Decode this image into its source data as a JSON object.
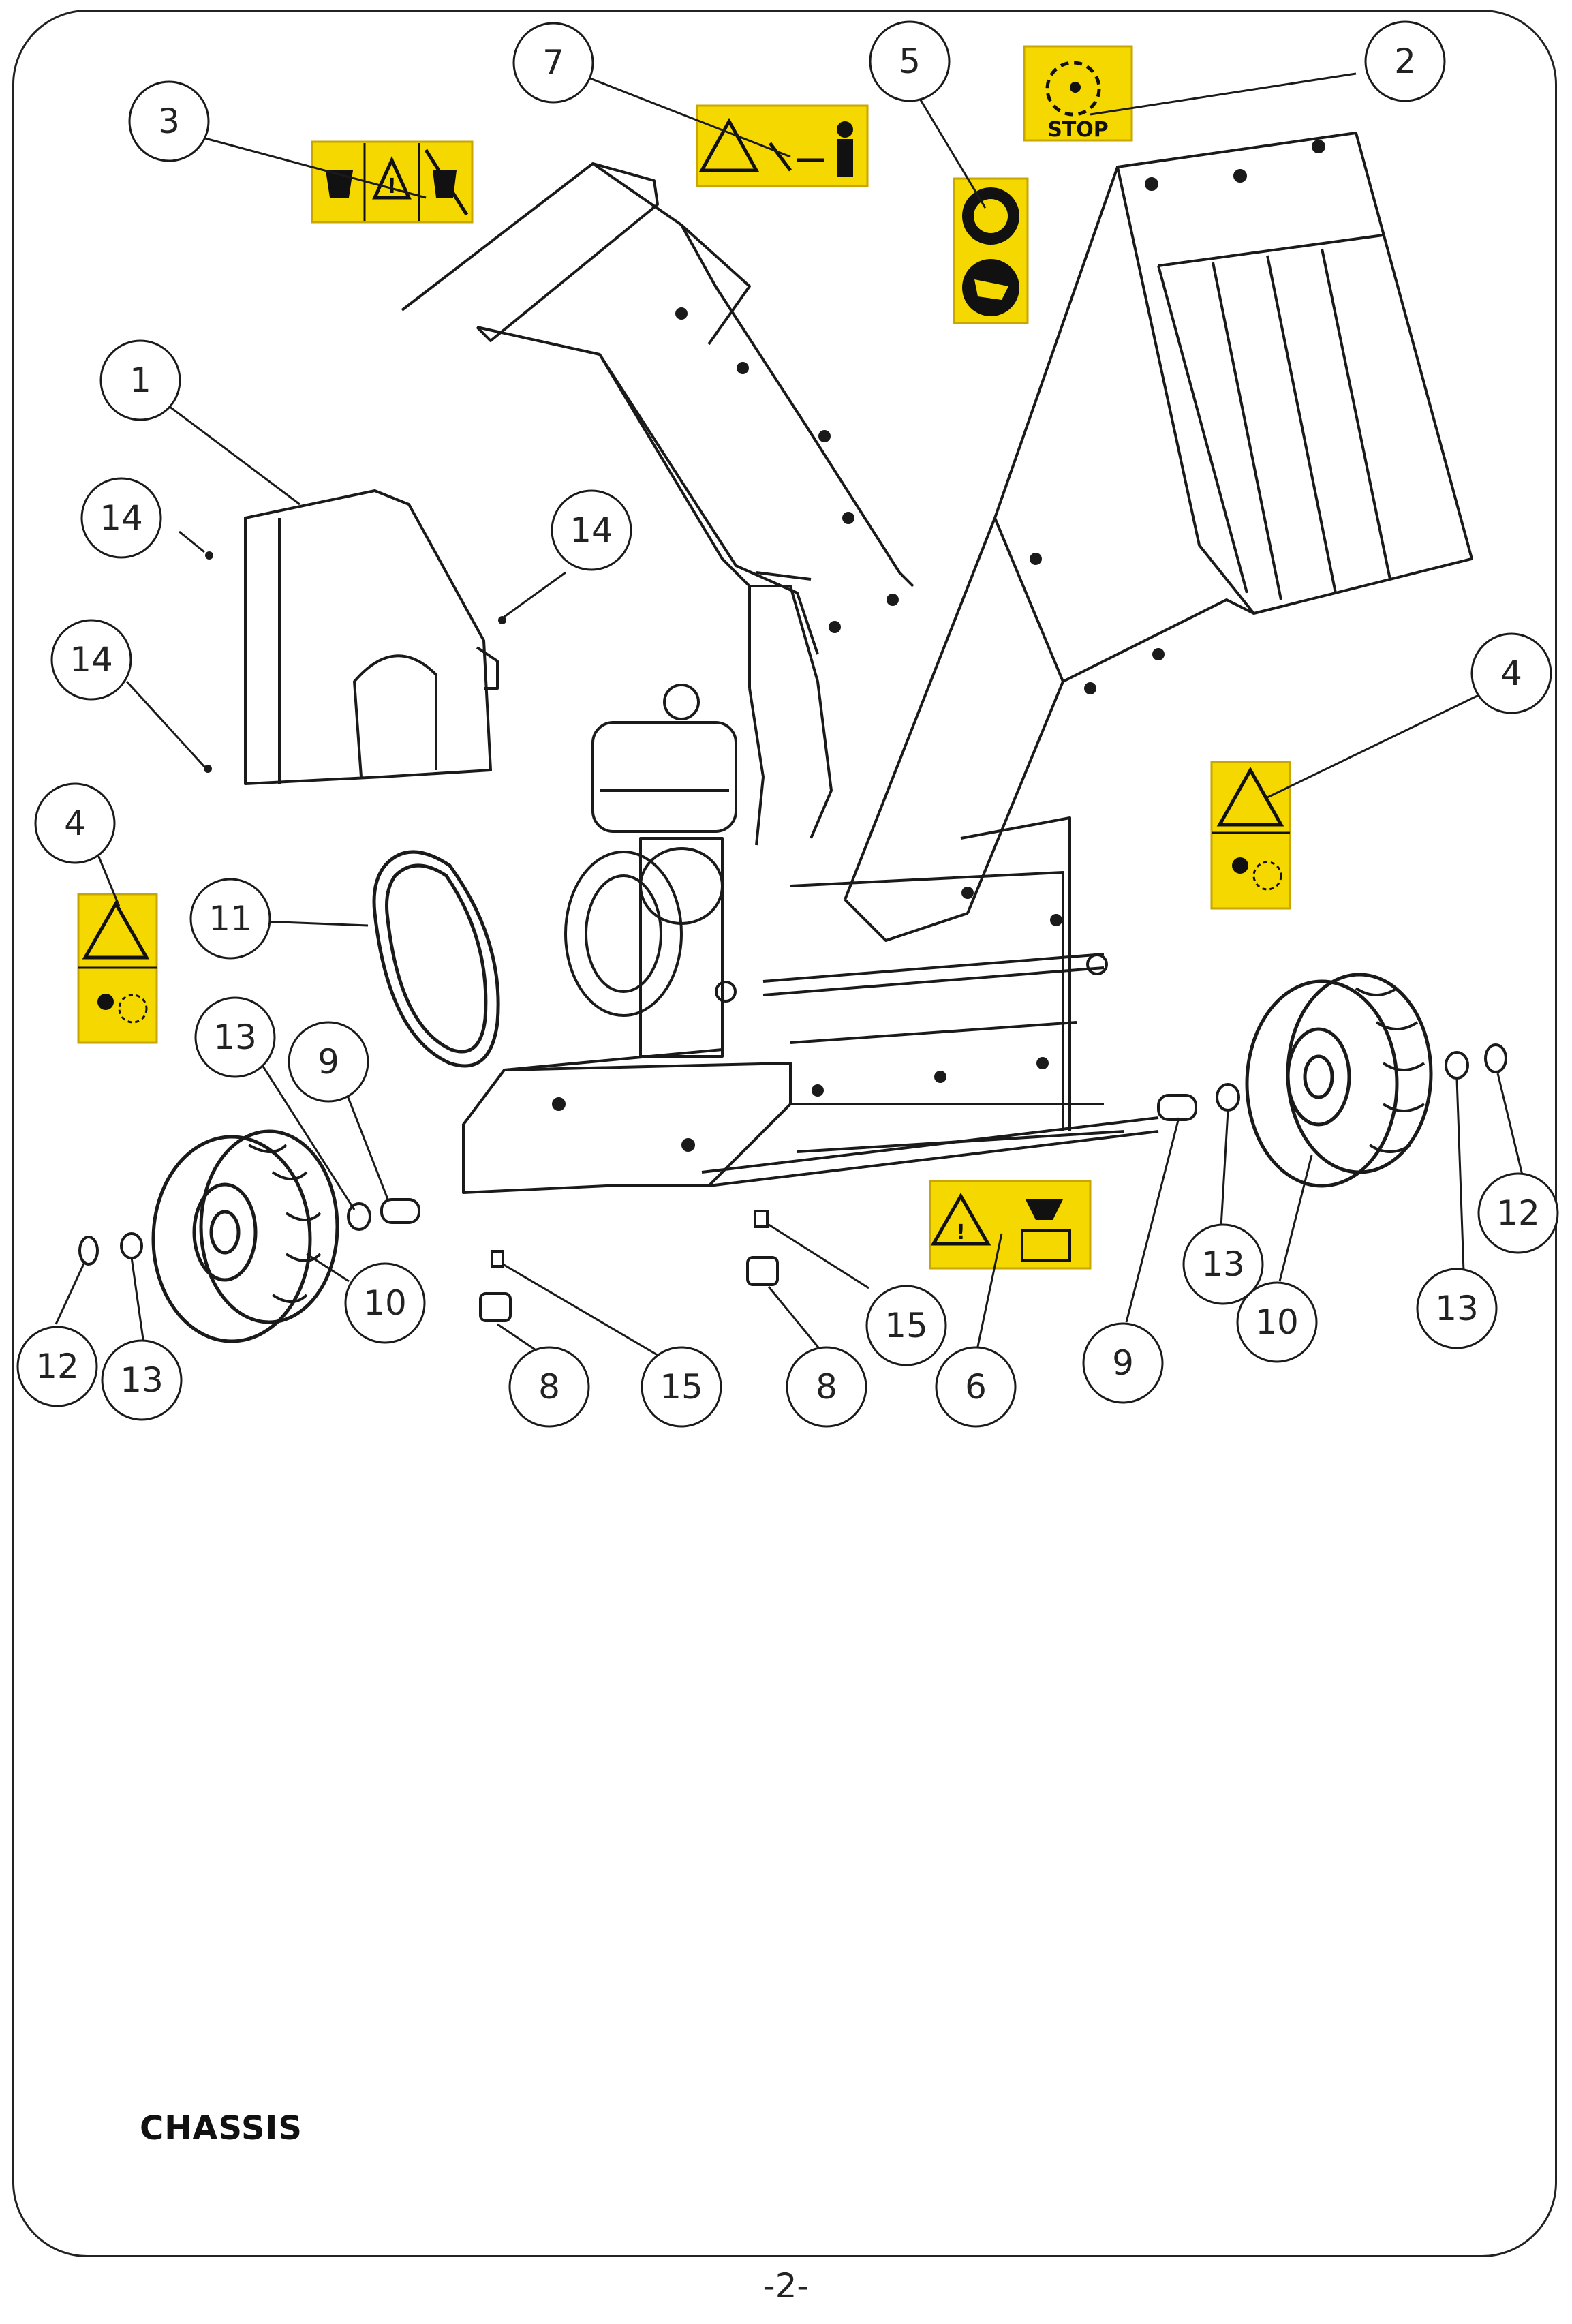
{
  "document": {
    "section_title": "CHASSIS",
    "page_number": "-2-"
  },
  "callouts": [
    {
      "id": "c7a",
      "label": "7"
    },
    {
      "id": "c5a",
      "label": "5"
    },
    {
      "id": "c2a",
      "label": "2"
    },
    {
      "id": "c3a",
      "label": "3"
    },
    {
      "id": "c1a",
      "label": "1"
    },
    {
      "id": "c14a",
      "label": "14"
    },
    {
      "id": "c14b",
      "label": "14"
    },
    {
      "id": "c14c",
      "label": "14"
    },
    {
      "id": "c4a",
      "label": "4"
    },
    {
      "id": "c4b",
      "label": "4"
    },
    {
      "id": "c11a",
      "label": "11"
    },
    {
      "id": "c13a",
      "label": "13"
    },
    {
      "id": "c9a",
      "label": "9"
    },
    {
      "id": "c10a",
      "label": "10"
    },
    {
      "id": "c12a",
      "label": "12"
    },
    {
      "id": "c13b",
      "label": "13"
    },
    {
      "id": "c8a",
      "label": "8"
    },
    {
      "id": "c15a",
      "label": "15"
    },
    {
      "id": "c8b",
      "label": "8"
    },
    {
      "id": "c15b",
      "label": "15"
    },
    {
      "id": "c6a",
      "label": "6"
    },
    {
      "id": "c9b",
      "label": "9"
    },
    {
      "id": "c13c",
      "label": "13"
    },
    {
      "id": "c10b",
      "label": "10"
    },
    {
      "id": "c13d",
      "label": "13"
    },
    {
      "id": "c12b",
      "label": "12"
    }
  ],
  "decals": {
    "stop_text": "STOP"
  },
  "colors": {
    "decal_yellow": "#f5d800",
    "line": "#1a1a1a"
  }
}
